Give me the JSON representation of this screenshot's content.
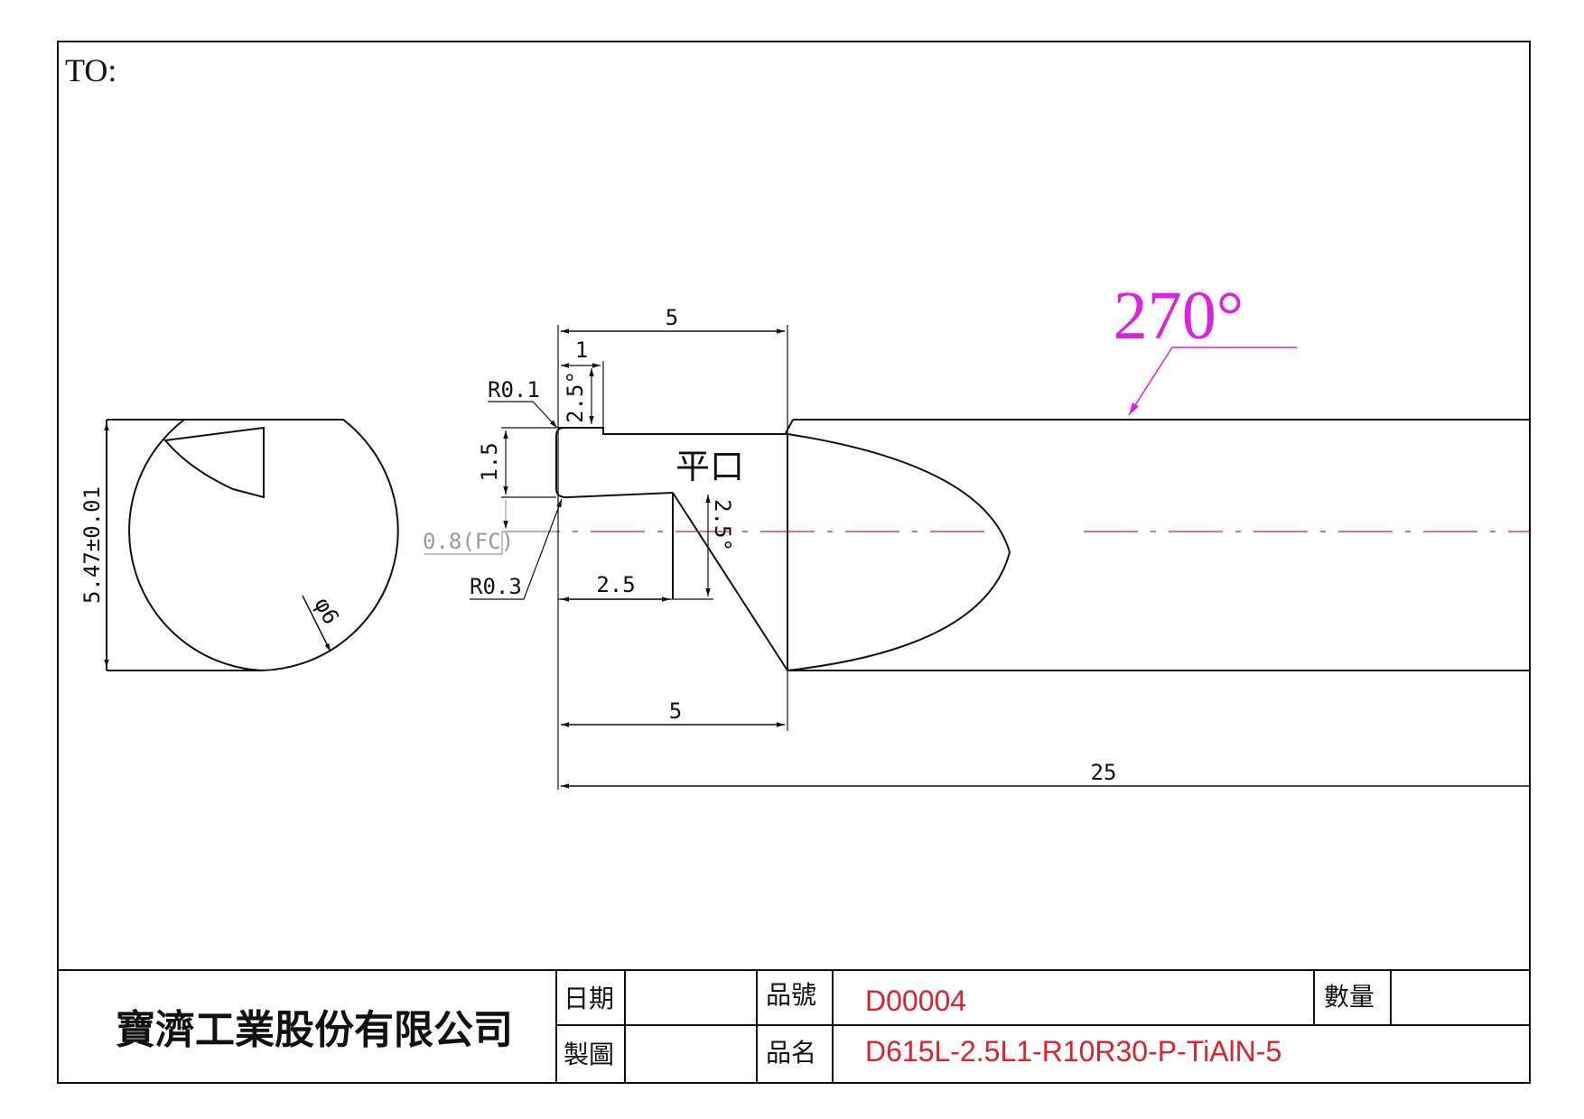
{
  "sheet": {
    "to_label": "TO:"
  },
  "end_view": {
    "width_dim": "5.47±0.01",
    "diameter_dim": "φ6"
  },
  "side_view": {
    "dim_top_length": "5",
    "dim_step": "1",
    "dim_angle_top": "2.5°",
    "dim_r_top": "R0.1",
    "dim_height": "1.5",
    "dim_fc": "0.8(FC)",
    "dim_r_bottom": "R0.3",
    "dim_flat_length": "2.5",
    "dim_angle_bottom": "2.5°",
    "flat_note": "平口",
    "dim_bottom_length": "5",
    "dim_total_length": "25",
    "rotation_note": "270°",
    "rotation_color": "#e020e0",
    "centerline_color": "#cc2222"
  },
  "title_block": {
    "company": "寶濟工業股份有限公司",
    "date_label": "日期",
    "date_value": "",
    "drawn_label": "製圖",
    "drawn_value": "",
    "part_no_label": "品號",
    "part_no": "D00004",
    "part_name_label": "品名",
    "part_name": "D615L-2.5L1-R10R30-P-TiAlN-5",
    "qty_label": "數量",
    "qty_value": "",
    "value_color": "#e0202a"
  }
}
